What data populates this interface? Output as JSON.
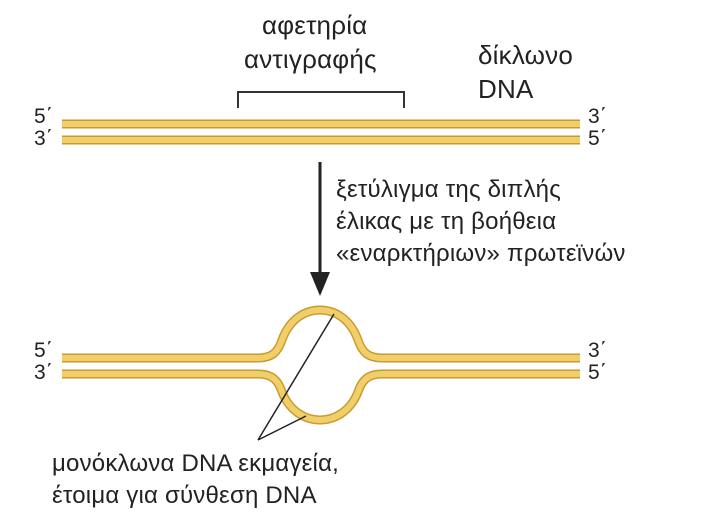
{
  "origin_label": {
    "line1": "αφετηρία",
    "line2": "αντιγραφής"
  },
  "dsdna_label": {
    "line1": "δίκλωνο",
    "line2": "DNA"
  },
  "step_text": {
    "line1": "ξετύλιγμα της διπλής",
    "line2": "έλικας με τη βοήθεια",
    "line3": "«εναρκτήριων» πρωτεϊνών"
  },
  "template_label": {
    "line1": "μονόκλωνα DNA εκμαγεία,",
    "line2": "έτοιμα για σύνθεση DNA"
  },
  "strand_ends": {
    "top_left_upper": "5΄",
    "top_left_lower": "3΄",
    "top_right_upper": "3΄",
    "top_right_lower": "5΄",
    "bottom_left_upper": "5΄",
    "bottom_left_lower": "3΄",
    "bottom_right_upper": "3΄",
    "bottom_right_lower": "5΄"
  },
  "colors": {
    "strand": "#e8c25a",
    "strand_edge": "#c99a2e",
    "line": "#222222"
  }
}
